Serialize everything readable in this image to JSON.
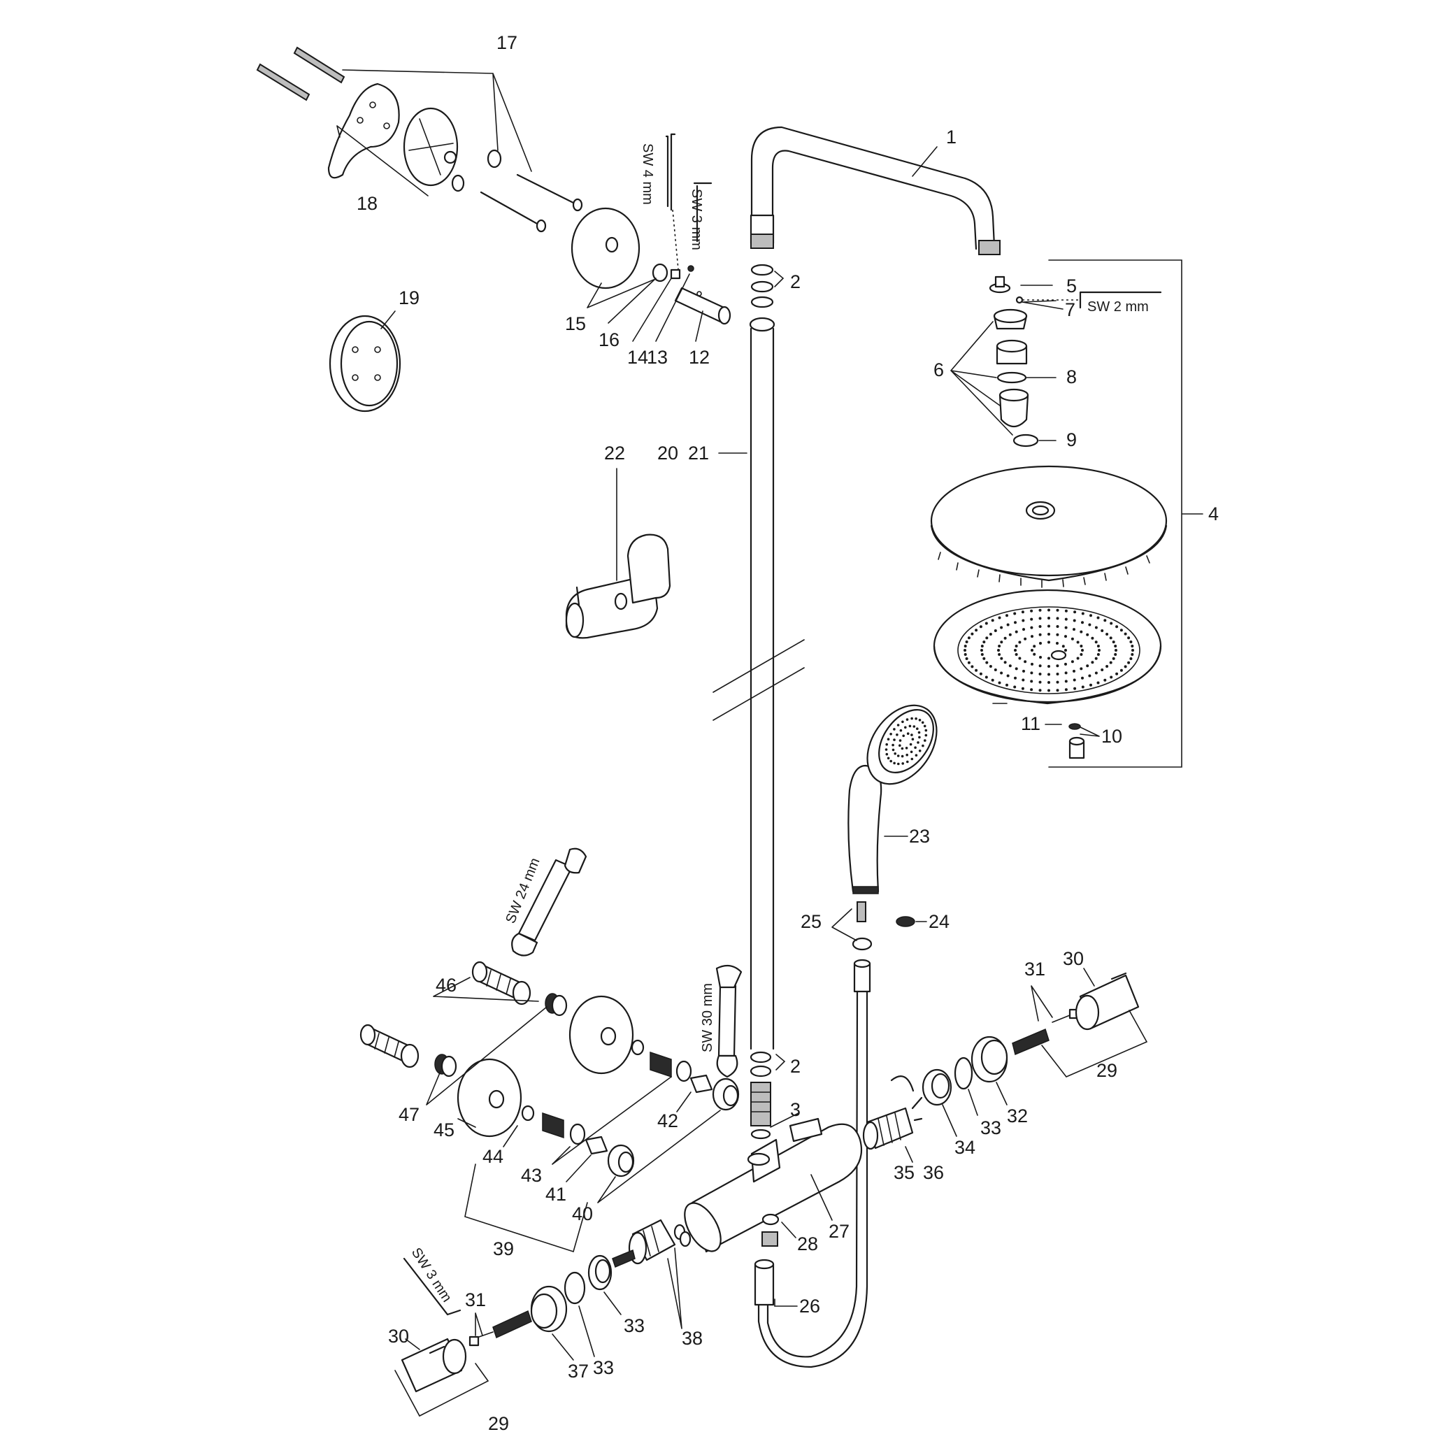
{
  "labels": {
    "p1": "1",
    "p2a": "2",
    "p2b": "2",
    "p3": "3",
    "p4": "4",
    "p5": "5",
    "p6": "6",
    "p7": "7",
    "p8": "8",
    "p9": "9",
    "p10": "10",
    "p11": "11",
    "p12": "12",
    "p13": "13",
    "p14": "14",
    "p15": "15",
    "p16": "16",
    "p17": "17",
    "p18": "18",
    "p19": "19",
    "p20": "20",
    "p21": "21",
    "p22": "22",
    "p23": "23",
    "p24": "24",
    "p25": "25",
    "p26": "26",
    "p27": "27",
    "p28": "28",
    "p29a": "29",
    "p29b": "29",
    "p30a": "30",
    "p30b": "30",
    "p31a": "31",
    "p31b": "31",
    "p32": "32",
    "p33a": "33",
    "p33b": "33",
    "p33c": "33",
    "p34": "34",
    "p35": "35",
    "p36": "36",
    "p37": "37",
    "p38": "38",
    "p39": "39",
    "p40": "40",
    "p41": "41",
    "p42": "42",
    "p43": "43",
    "p44": "44",
    "p45": "45",
    "p46": "46",
    "p47": "47"
  },
  "tools": {
    "sw4": "SW 4 mm",
    "sw3_top": "SW 3 mm",
    "sw2": "SW 2 mm",
    "sw24": "SW 24 mm",
    "sw30": "SW 30 mm",
    "sw3_bottom": "SW 3 mm"
  }
}
